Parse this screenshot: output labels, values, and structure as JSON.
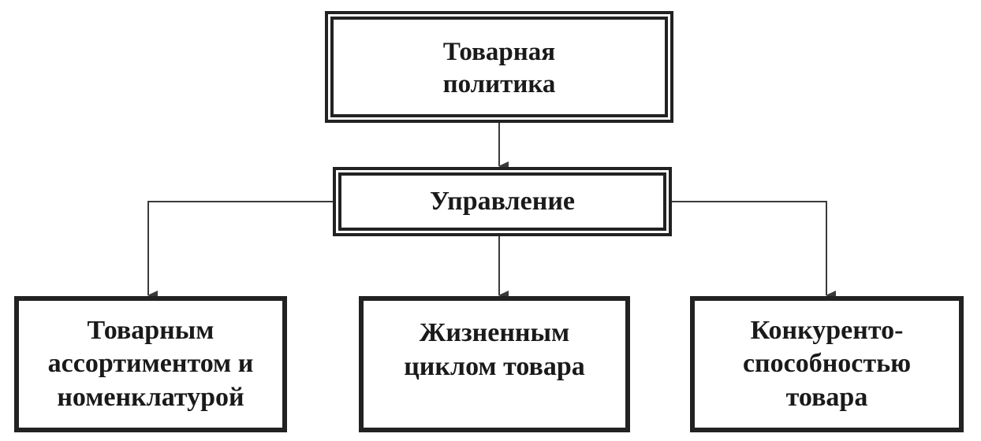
{
  "diagram": {
    "root": {
      "label": "Товарная\nполитика"
    },
    "middle": {
      "label": "Управление"
    },
    "children": [
      {
        "label": "Товарным\nассортиментом и\nноменклатурой"
      },
      {
        "label": "Жизненным\nциклом товара"
      },
      {
        "label": "Конкуренто-\nспособностью\nтовара"
      }
    ],
    "colors": {
      "line": "#3a3a3a",
      "border": "#222222",
      "text": "#1a1a1a"
    }
  }
}
